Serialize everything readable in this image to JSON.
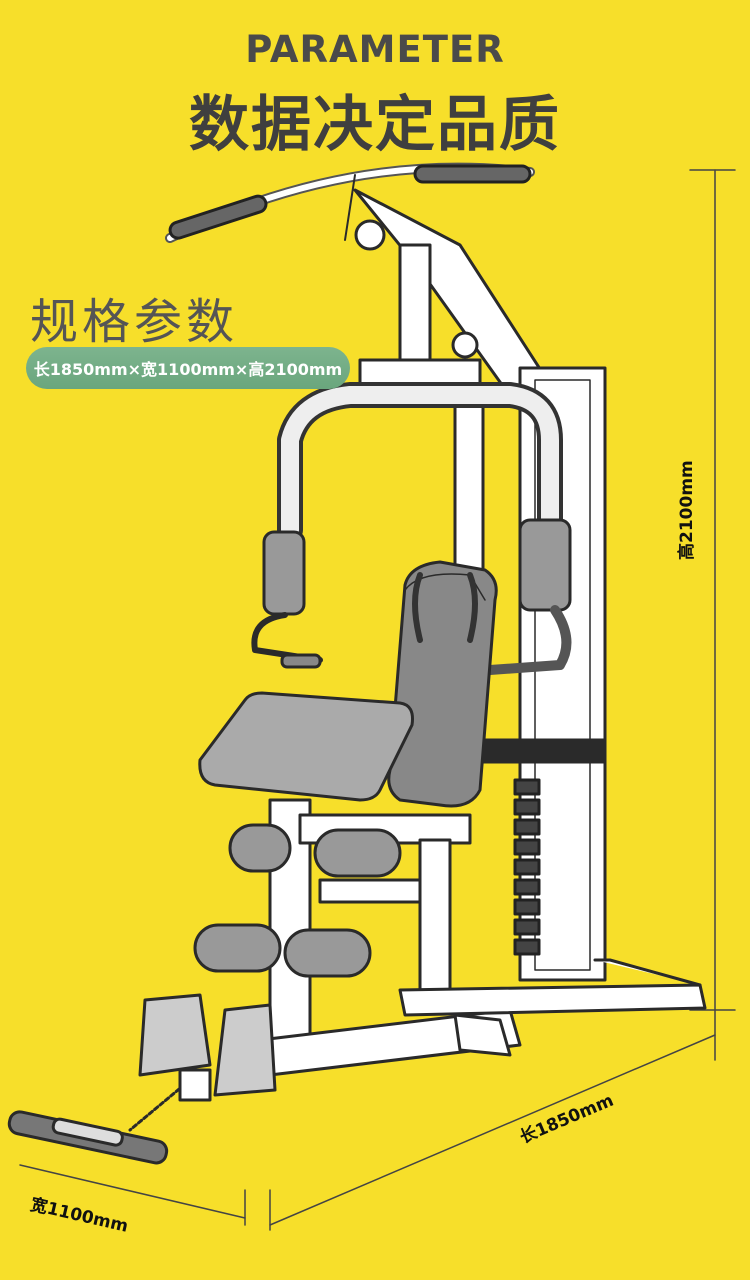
{
  "header": {
    "title_en": "PARAMETER",
    "title_cn": "数据决定品质"
  },
  "spec": {
    "title": "规格参数",
    "dimensions": "长1850mm×宽1100mm×高2100mm"
  },
  "dimension_labels": {
    "height": "高2100mm",
    "length": "长1850mm",
    "width": "宽1100mm"
  },
  "colors": {
    "background": "#f7df2a",
    "pill": "#6fa981",
    "text_dark": "#3f3f3f"
  }
}
